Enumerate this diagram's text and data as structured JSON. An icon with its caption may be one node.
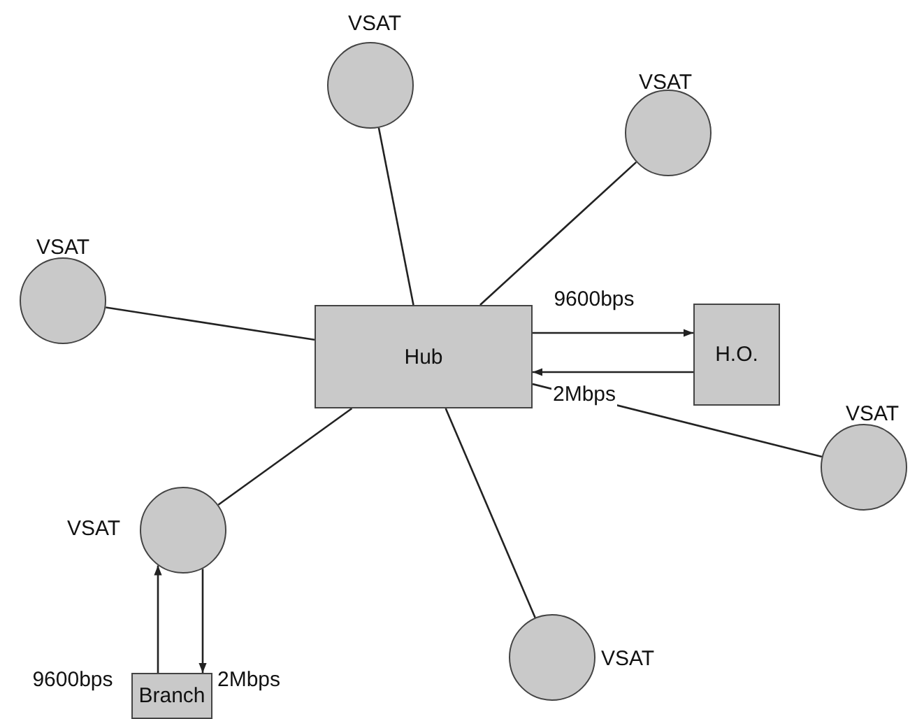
{
  "diagram": {
    "nodes": [
      {
        "text": [
          "VSAT"
        ]
      },
      {
        "text": [
          "VSAT"
        ]
      },
      {
        "text": [
          "VSAT"
        ]
      },
      {
        "text": [
          "Hub"
        ]
      },
      {
        "text": [
          "H.O."
        ]
      },
      {
        "text": [
          "VSAT"
        ]
      },
      {
        "text": [
          "VSAT"
        ]
      },
      {
        "text": [
          "VSAT"
        ]
      },
      {
        "text": [
          "Branch"
        ]
      }
    ],
    "edges": [
      {
        "from": 3,
        "to": 0,
        "arrow": "none"
      },
      {
        "from": 3,
        "to": 1,
        "arrow": "none"
      },
      {
        "from": 3,
        "to": 2,
        "arrow": "none"
      },
      {
        "from": 3,
        "to": 5,
        "arrow": "none"
      },
      {
        "from": 3,
        "to": 6,
        "arrow": "none"
      },
      {
        "from": 3,
        "to": 7,
        "arrow": "none"
      },
      {
        "from": 3,
        "to": 4,
        "arrow": "to",
        "label": "9600bps"
      },
      {
        "from": 4,
        "to": 3,
        "arrow": "to",
        "label": "2Mbps"
      },
      {
        "from": 8,
        "to": 6,
        "arrow": "to",
        "label": "9600bps"
      },
      {
        "from": 6,
        "to": 8,
        "arrow": "to",
        "label": "2Mbps"
      }
    ]
  }
}
